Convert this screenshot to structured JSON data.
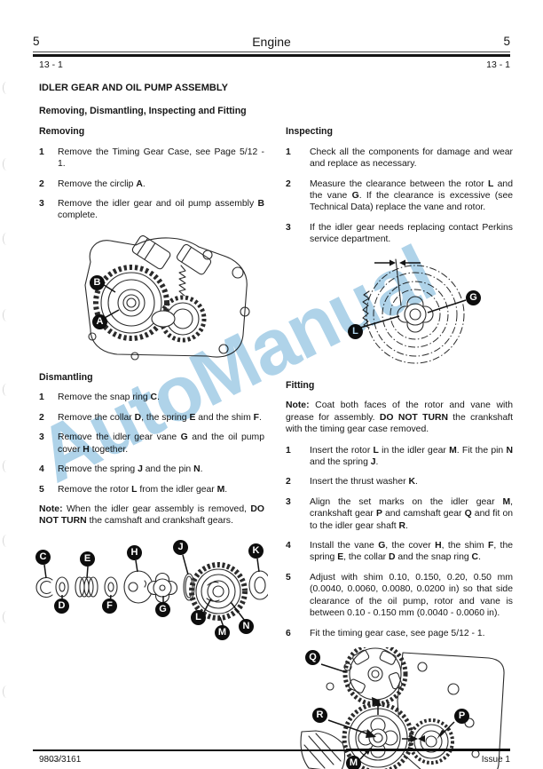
{
  "header": {
    "page_left": "5",
    "title": "Engine",
    "page_right": "5",
    "section_left": "13 - 1",
    "section_right": "13 - 1"
  },
  "title": "IDLER GEAR AND OIL PUMP ASSEMBLY",
  "subtitle": "Removing, Dismantling, Inspecting and Fitting",
  "watermark": {
    "text": "AutoManual",
    "color": "#a8cfe8"
  },
  "sections": {
    "removing": {
      "heading": "Removing",
      "steps": [
        {
          "num": "1",
          "text": "Remove the Timing Gear Case, see Page 5/12 - 1."
        },
        {
          "num": "2",
          "text": "Remove the circlip **A**."
        },
        {
          "num": "3",
          "text": "Remove the idler gear and oil pump assembly **B** complete."
        }
      ]
    },
    "dismantling": {
      "heading": "Dismantling",
      "steps": [
        {
          "num": "1",
          "text": "Remove the snap ring **C**."
        },
        {
          "num": "2",
          "text": "Remove the collar **D**, the spring **E** and the shim **F**."
        },
        {
          "num": "3",
          "text": "Remove the idler gear vane **G** and the oil pump cover **H** together."
        },
        {
          "num": "4",
          "text": "Remove the spring **J** and the pin **N**."
        },
        {
          "num": "5",
          "text": "Remove the rotor **L** from the idler gear **M**."
        }
      ],
      "note": "**Note:** When the idler gear assembly is removed, **DO NOT TURN** the camshaft and crankshaft gears."
    },
    "inspecting": {
      "heading": "Inspecting",
      "steps": [
        {
          "num": "1",
          "text": "Check all the components for damage and wear and replace as necessary."
        },
        {
          "num": "2",
          "text": "Measure the clearance between the rotor **L** and the vane **G**. If the clearance is excessive (see Technical Data) replace the vane and rotor."
        },
        {
          "num": "3",
          "text": "If the idler gear needs replacing contact Perkins service department."
        }
      ]
    },
    "fitting": {
      "heading": "Fitting",
      "note": "**Note:** Coat both faces of the rotor and vane with grease for assembly. **DO NOT TURN** the crankshaft with the timing gear case removed.",
      "steps": [
        {
          "num": "1",
          "text": "Insert the rotor **L** in the idler gear **M**. Fit the pin **N** and the spring **J**."
        },
        {
          "num": "2",
          "text": "Insert the thrust washer **K**."
        },
        {
          "num": "3",
          "text": "Align the set marks on the idler gear **M**, crankshaft gear **P** and camshaft gear **Q** and fit on to the idler gear shaft **R**."
        },
        {
          "num": "4",
          "text": "Install the vane **G**, the cover **H**, the shim **F**, the spring **E**, the collar **D** and the snap ring **C**."
        },
        {
          "num": "5",
          "text": "Adjust with shim 0.10, 0.150, 0.20, 0.50 mm (0.0040, 0.0060, 0.0080, 0.0200 in) so that side clearance of the oil pump, rotor and vane is between 0.10 - 0.150 mm (0.0040 - 0.0060 in)."
        },
        {
          "num": "6",
          "text": "Fit the timing gear case, see page 5/12 - 1."
        }
      ]
    }
  },
  "figures": {
    "fig1": {
      "labels": [
        "B",
        "A"
      ]
    },
    "fig2": {
      "labels": [
        "L",
        "G"
      ]
    },
    "fig3": {
      "labels": [
        "C",
        "D",
        "E",
        "F",
        "H",
        "G",
        "J",
        "K",
        "L",
        "M",
        "N"
      ]
    },
    "fig4": {
      "labels": [
        "Q",
        "R",
        "P",
        "M"
      ]
    }
  },
  "footer": {
    "publication": "9803/3161",
    "issue": "Issue 1"
  }
}
